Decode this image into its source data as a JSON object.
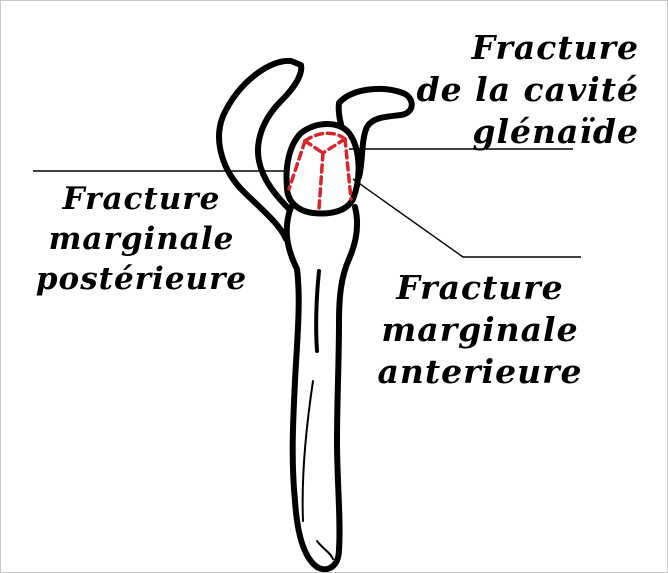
{
  "labels": {
    "glenoid": {
      "line1": "Fracture",
      "line2": "de la cavité",
      "line3": "glénaïde"
    },
    "posterior": {
      "line1": "Fracture",
      "line2": "marginale",
      "line3": "postérieure"
    },
    "anterior": {
      "line1": "Fracture",
      "line2": "marginale",
      "line3": "anterieure"
    }
  },
  "colors": {
    "outline": "#000000",
    "fracture_lines": "#d9252a",
    "background": "#ffffff"
  }
}
